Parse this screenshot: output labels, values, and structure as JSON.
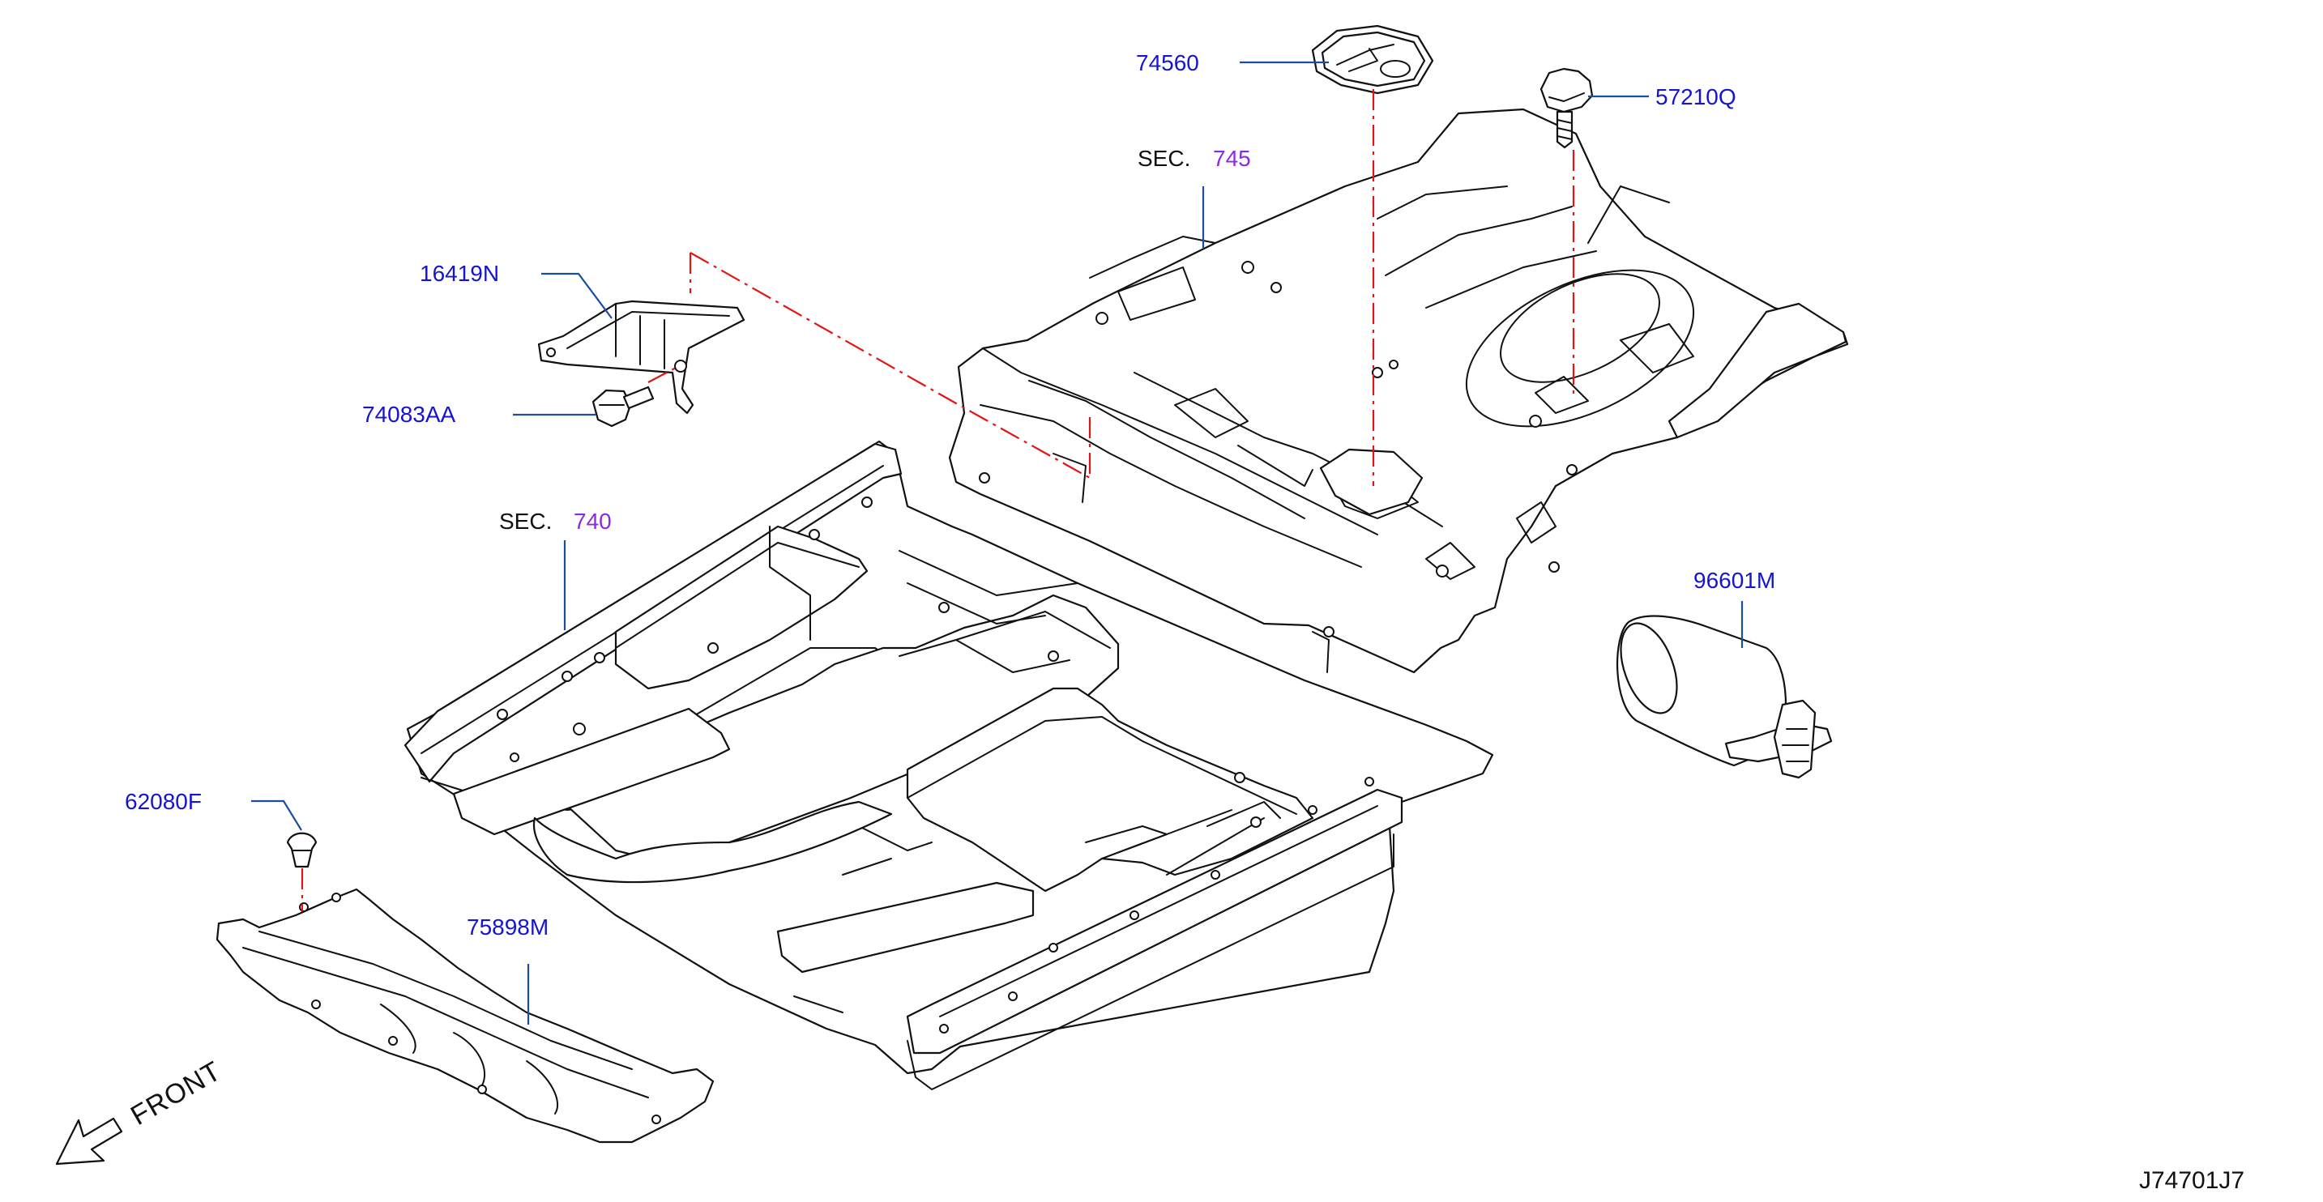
{
  "diagram": {
    "code": "J74701J7",
    "front_label": "FRONT",
    "sections": [
      {
        "prefix": "SEC.",
        "number": "745"
      },
      {
        "prefix": "SEC.",
        "number": "740"
      }
    ],
    "parts": [
      {
        "number": "74560"
      },
      {
        "number": "57210Q"
      },
      {
        "number": "16419N"
      },
      {
        "number": "74083AA"
      },
      {
        "number": "96601M"
      },
      {
        "number": "62080F"
      },
      {
        "number": "75898M"
      }
    ]
  }
}
